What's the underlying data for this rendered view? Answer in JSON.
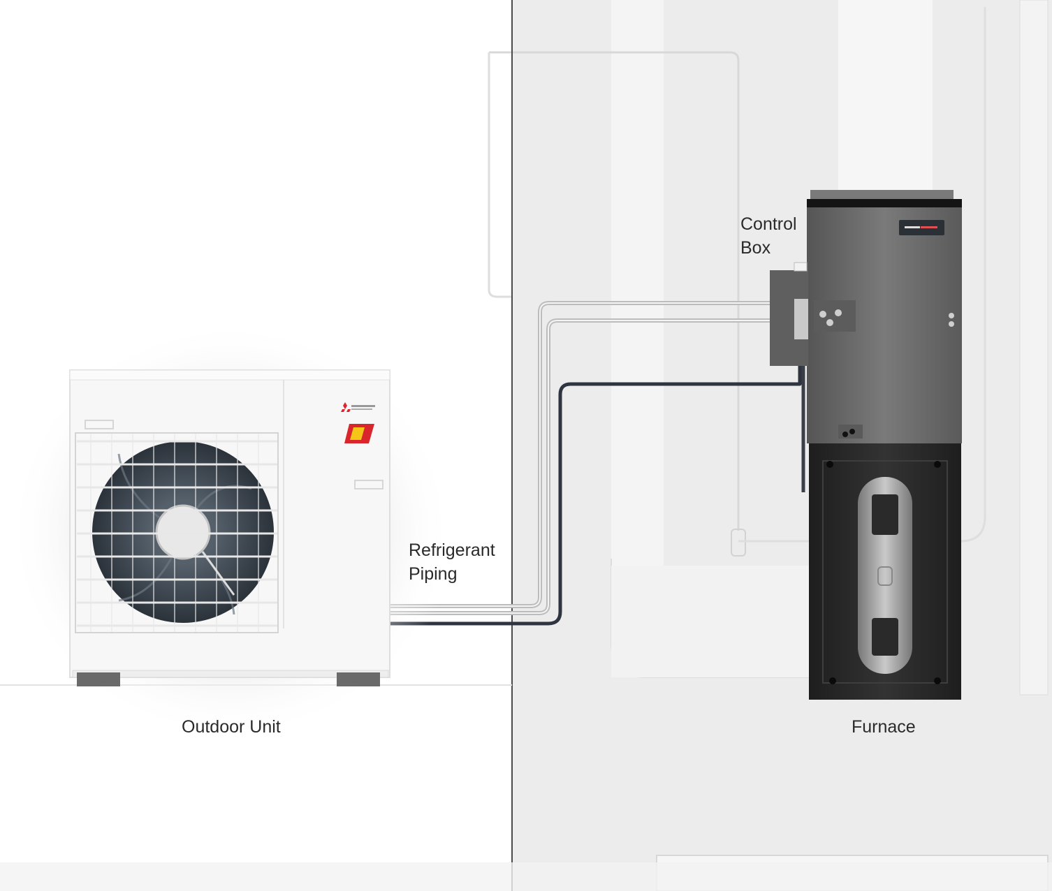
{
  "labels": {
    "control_box_line1": "Control",
    "control_box_line2": "Box",
    "refrigerant_piping_line1": "Refrigerant",
    "refrigerant_piping_line2": "Piping",
    "outdoor_unit": "Outdoor Unit",
    "furnace": "Furnace"
  },
  "colors": {
    "outdoor_unit_body": "#f7f7f7",
    "furnace_cabinet": "#6b6b6b",
    "furnace_lower": "#2a2a2a",
    "fan_blades": "#3a4048",
    "brand_red": "#d9262c",
    "pipe_dark": "#2e3440",
    "pipe_light": "#bfbfbf",
    "indoor_background": "#ececec"
  },
  "icons": {
    "outdoor_logo": "mitsubishi-diamonds-icon",
    "hyper_heat_badge": "hyper-heat-badge-icon",
    "furnace_badge": "intelli-heat-badge-icon"
  }
}
